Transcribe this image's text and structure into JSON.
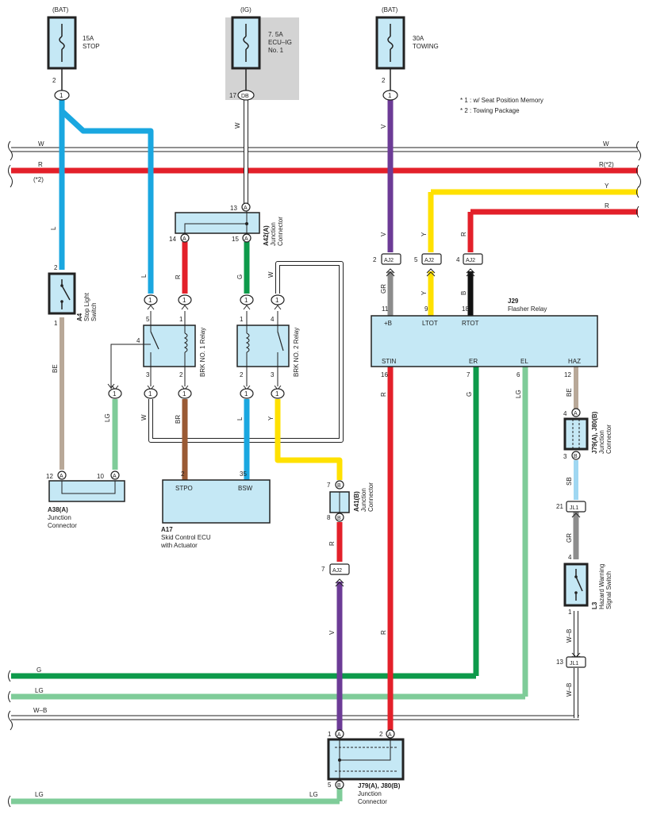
{
  "notes": [
    "* 1 : w/ Seat Position Memory",
    "* 2 : Towing Package"
  ],
  "fuses": {
    "stop": {
      "source": "(BAT)",
      "amp": "15A",
      "name": "STOP",
      "pin": "2",
      "term": "1"
    },
    "ecu_ig": {
      "source": "(IG)",
      "amp": "7. 5A",
      "name": "ECU–IG",
      "name2": "No. 1",
      "pin": "17",
      "term": "DB"
    },
    "towing": {
      "source": "(BAT)",
      "amp": "30A",
      "name": "TOWING",
      "pin": "2",
      "term": "1"
    }
  },
  "bus": {
    "w_left": "W",
    "w_right": "W",
    "r_left": "R",
    "r_right": "R(*2)",
    "r_note": "(*2)",
    "y_right": "Y",
    "r2_right": "R",
    "g_left": "G",
    "lg_left": "LG",
    "wb_left": "W–B",
    "lg_bottom": "LG",
    "lg_bottom2": "LG"
  },
  "components": {
    "a4": {
      "id": "A4",
      "name": "Stop Light",
      "name2": "Switch",
      "pin_top": "2",
      "pin_bottom": "1"
    },
    "a42": {
      "id": "A42(A)",
      "name": "Junction",
      "name2": "Connector",
      "pin13": "13",
      "pin14": "14",
      "pin15": "15",
      "pin_letter": "A"
    },
    "brk1": {
      "name": "BRK NO. 1 Relay",
      "p5": "5",
      "p1": "1",
      "p4": "4",
      "p3": "3",
      "p2": "2"
    },
    "brk2": {
      "name": "BRK NO. 2 Relay",
      "p1": "1",
      "p4": "4",
      "p2": "2",
      "p3": "3"
    },
    "a38": {
      "id": "A38(A)",
      "name": "Junction",
      "name2": "Connector",
      "p12": "12",
      "p10": "10",
      "pin_letter": "A"
    },
    "a17": {
      "id": "A17",
      "name": "Skid Control ECU",
      "name2": "with Actuator",
      "stpo": "STPO",
      "bsw": "BSW",
      "p2": "2",
      "p35": "35"
    },
    "a41": {
      "id": "A41(B)",
      "name": "Junction",
      "name2": "Connector",
      "p7": "7",
      "p8": "8",
      "pin_letter": "B"
    },
    "j29": {
      "id": "J29",
      "name": "Flasher Relay",
      "top_pins": [
        {
          "num": "11",
          "label": "+B"
        },
        {
          "num": "9",
          "label": "LTOT"
        },
        {
          "num": "18",
          "label": "RTOT"
        }
      ],
      "bottom_pins": [
        {
          "num": "16",
          "label": "STIN"
        },
        {
          "num": "7",
          "label": "ER"
        },
        {
          "num": "6",
          "label": "EL"
        },
        {
          "num": "12",
          "label": "HAZ"
        }
      ]
    },
    "aj2": {
      "name": "AJ2",
      "p2": "2",
      "p5": "5",
      "p4": "4",
      "p7": "7"
    },
    "j79_right": {
      "id": "J79(A), J80(B)",
      "name": "Junction",
      "name2": "Connector",
      "p4": "4",
      "p3": "3",
      "la": "A",
      "lb": "B"
    },
    "jl1": {
      "name": "JL1",
      "p21": "21",
      "p13": "13"
    },
    "l3": {
      "id": "L3",
      "name": "Hazard Warning",
      "name2": "Signal Switch",
      "p4": "4",
      "p1": "1"
    },
    "j79_bottom": {
      "id": "J79(A), J80(B)",
      "name": "Junction",
      "name2": "Connector",
      "p1": "1",
      "p2": "2",
      "p5": "5",
      "la": "A",
      "lb": "B"
    }
  },
  "connectors": {
    "c1": "1"
  },
  "wire_labels": {
    "L": "L",
    "R": "R",
    "G": "G",
    "W": "W",
    "V": "V",
    "Y": "Y",
    "B": "B",
    "GR": "GR",
    "BE": "BE",
    "LG": "LG",
    "BR": "BR",
    "SB": "SB",
    "WB": "W–B"
  },
  "colors": {
    "blue": "#1aa7e0",
    "red": "#e3202a",
    "green": "#0d9a4a",
    "lightgreen": "#7fcc99",
    "purple": "#6c3b96",
    "yellow": "#ffe100",
    "brown": "#9a5a34",
    "beige": "#b8a898",
    "gray": "#8c8c8c",
    "black": "#111111",
    "skyblue": "#9fd7f2",
    "box": "#c5e8f5",
    "shade": "#d3d3d3"
  }
}
